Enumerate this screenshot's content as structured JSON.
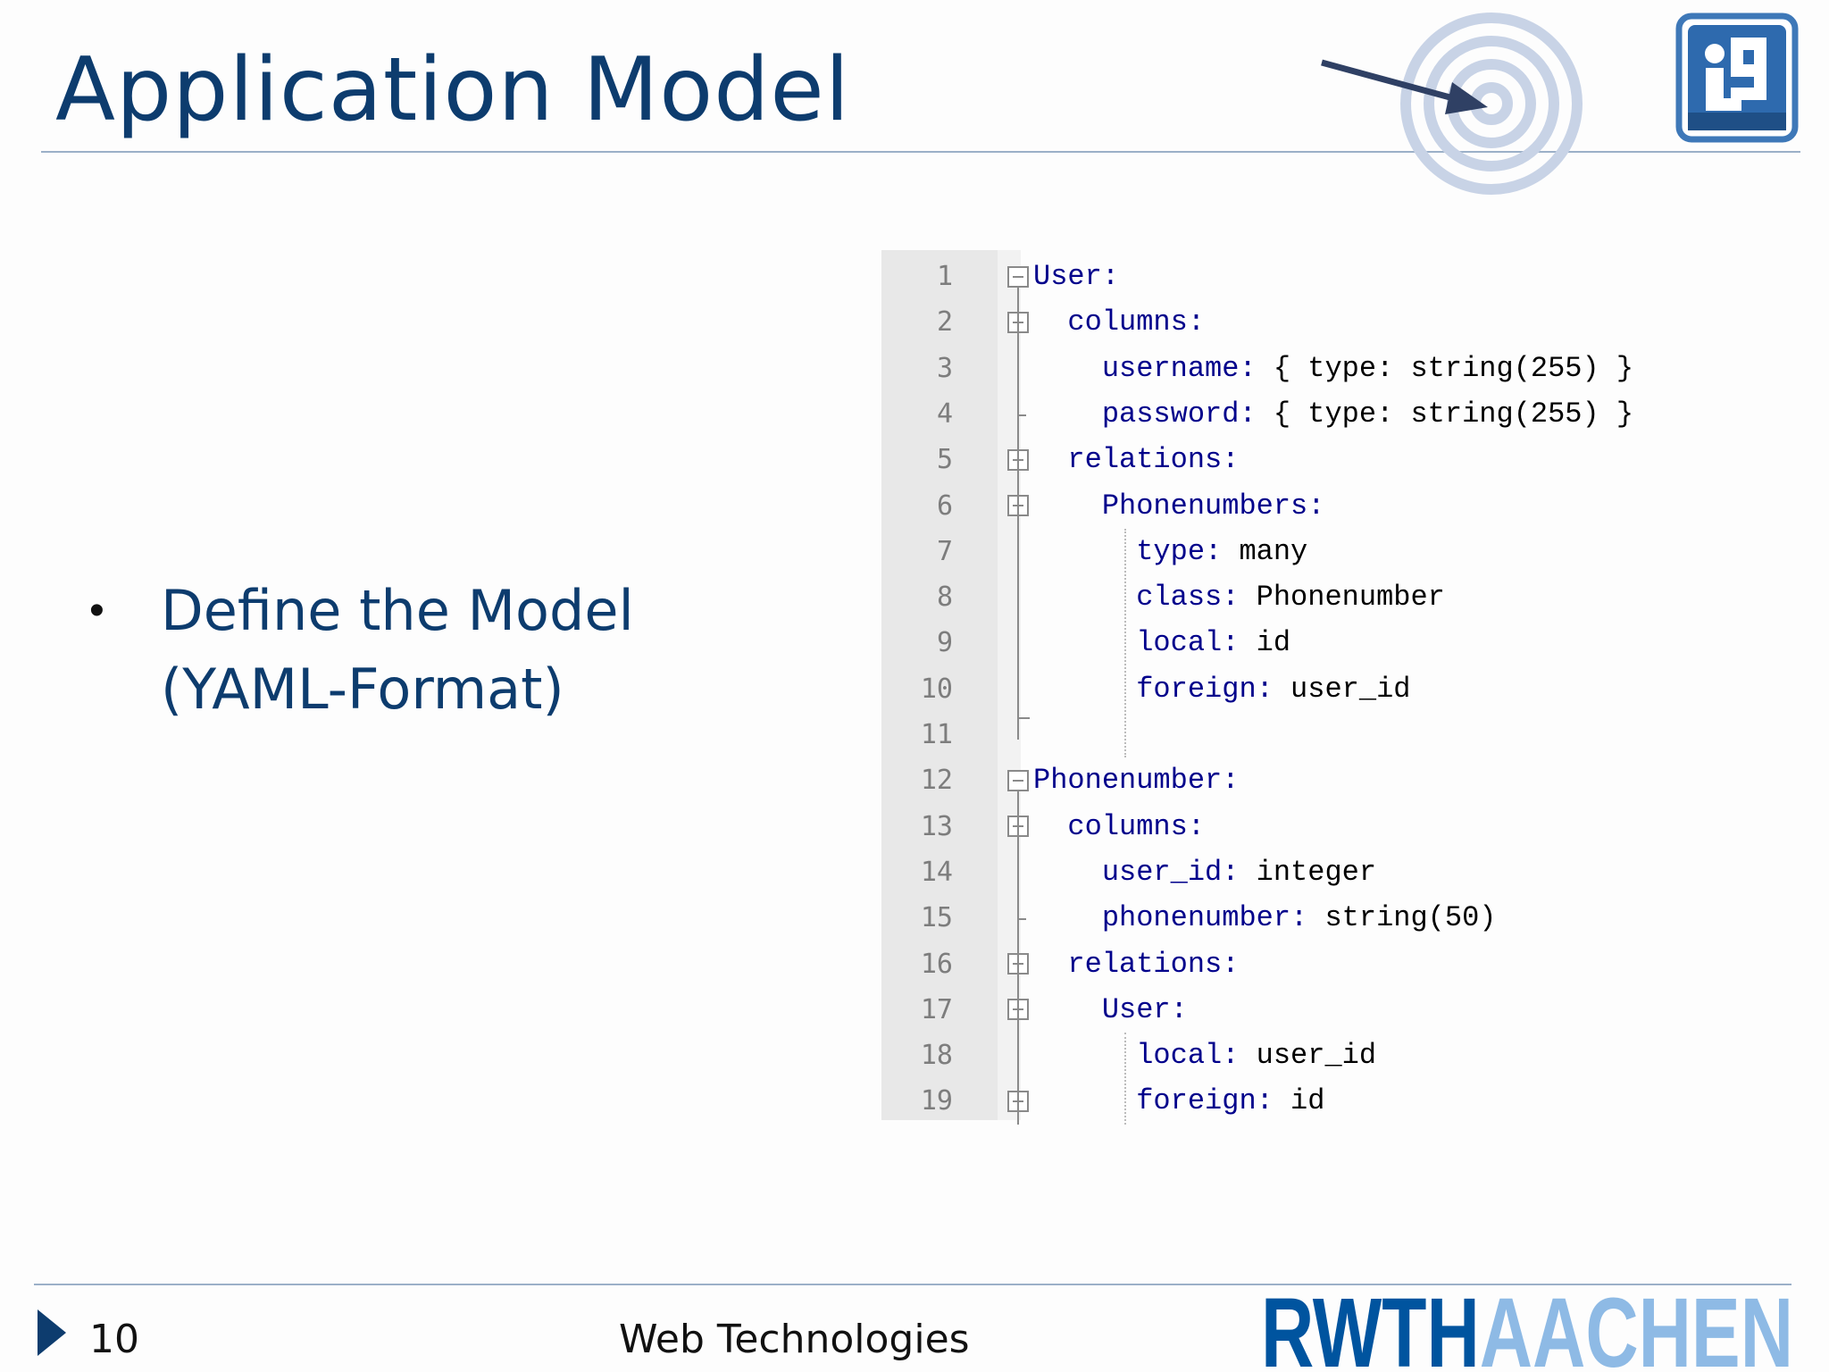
{
  "slide": {
    "title": "Application Model",
    "bullets": [
      {
        "lines": [
          "Define the Model",
          "(YAML-Format)"
        ]
      }
    ]
  },
  "code": {
    "lines": [
      {
        "number": "1",
        "key": "User:",
        "value": "",
        "fold": "box"
      },
      {
        "number": "2",
        "key": "  columns:",
        "value": "",
        "fold": "box"
      },
      {
        "number": "3",
        "key": "    username:",
        "value": " { type: string(255) }",
        "fold": ""
      },
      {
        "number": "4",
        "key": "    password:",
        "value": " { type: string(255) }",
        "fold": "tick"
      },
      {
        "number": "5",
        "key": "  relations:",
        "value": "",
        "fold": "box"
      },
      {
        "number": "6",
        "key": "    Phonenumbers:",
        "value": "",
        "fold": "box"
      },
      {
        "number": "7",
        "key": "      type:",
        "value": " many",
        "fold": ""
      },
      {
        "number": "8",
        "key": "      class:",
        "value": " Phonenumber",
        "fold": ""
      },
      {
        "number": "9",
        "key": "      local:",
        "value": " id",
        "fold": ""
      },
      {
        "number": "10",
        "key": "      foreign:",
        "value": " user_id",
        "fold": ""
      },
      {
        "number": "11",
        "key": "",
        "value": "",
        "fold": "end"
      },
      {
        "number": "12",
        "key": "Phonenumber:",
        "value": "",
        "fold": "box"
      },
      {
        "number": "13",
        "key": "  columns:",
        "value": "",
        "fold": "box"
      },
      {
        "number": "14",
        "key": "    user_id:",
        "value": " integer",
        "fold": ""
      },
      {
        "number": "15",
        "key": "    phonenumber:",
        "value": " string(50)",
        "fold": "tick"
      },
      {
        "number": "16",
        "key": "  relations:",
        "value": "",
        "fold": "box"
      },
      {
        "number": "17",
        "key": "    User:",
        "value": "",
        "fold": "box"
      },
      {
        "number": "18",
        "key": "      local:",
        "value": " user_id",
        "fold": ""
      },
      {
        "number": "19",
        "key": "      foreign:",
        "value": " id",
        "fold": "box"
      }
    ]
  },
  "footer": {
    "page_number": "10",
    "course_title": "Web Technologies",
    "logo_text": "RWTHAACHEN"
  },
  "colors": {
    "title": "#0d3c6e",
    "yaml_key": "#00008b",
    "rings": "#c8d3e6",
    "rwth_blue": "#00549f",
    "rwth_light": "#8ebae5"
  },
  "icons": {
    "header_graphic": "target-with-arrow-icon",
    "header_logo": "i9-logo-icon",
    "footer_bullet": "triangle-right-icon"
  }
}
